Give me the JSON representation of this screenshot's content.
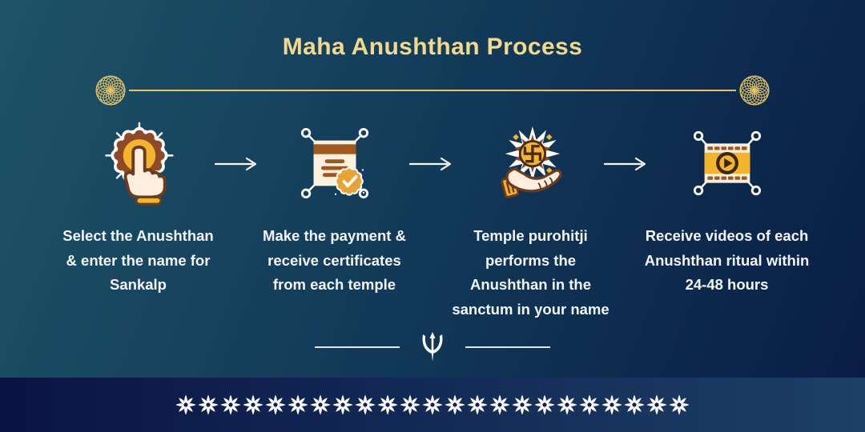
{
  "title": "Maha Anushthan Process",
  "steps": [
    {
      "icon": "tap-select-icon",
      "caption": "Select the Anushthan\n& enter the name for\nSankalp"
    },
    {
      "icon": "certificate-icon",
      "caption": "Make the payment &\nreceive certificates\nfrom each temple"
    },
    {
      "icon": "offering-swastika-icon",
      "caption": "Temple purohitji\nperforms the\nAnushthan in the\nsanctum in your name"
    },
    {
      "icon": "video-reel-icon",
      "caption": "Receive videos of each\nAnushthan ritual within\n24-48 hours"
    }
  ],
  "decorations": {
    "header_ornament": "rosette-icon",
    "divider_symbol": "trident-icon",
    "footer_flower": "flower-icon",
    "footer_flower_count": 23
  },
  "colors": {
    "title_gold": "#f2d98c",
    "gold_accent": "#e5c565",
    "text_white": "#f3f6f9",
    "footer_navy": "#0a1445",
    "footer_slate": "#1c4066",
    "icon_brown": "#8e4a26",
    "icon_brown2": "#a2571f",
    "icon_dark": "#4a2a12",
    "icon_outline": "#6b3a1f",
    "icon_gold": "#f2b52c",
    "icon_seal": "#e8a333",
    "icon_cream": "#fdf0de",
    "flower_center": "#141a5c"
  }
}
